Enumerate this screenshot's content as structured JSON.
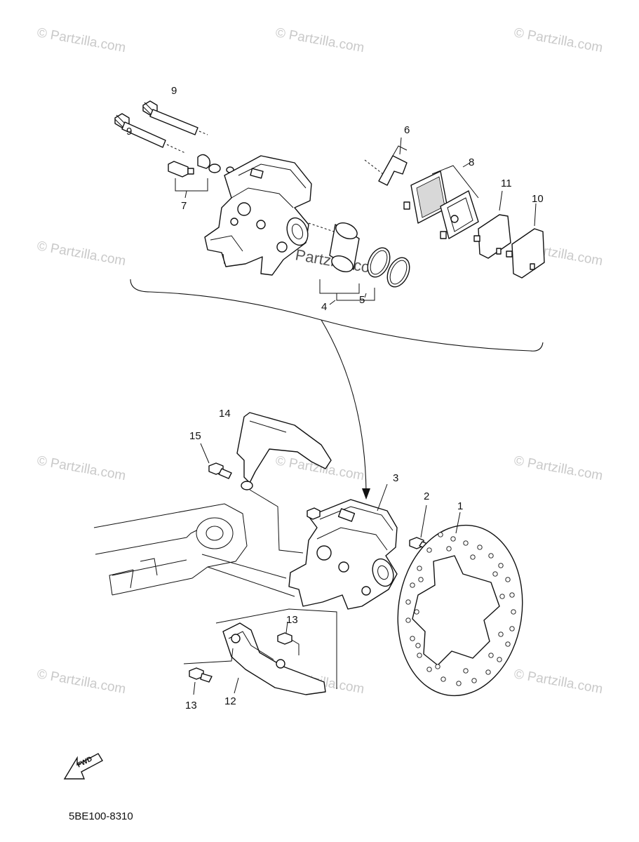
{
  "watermark": "© Partzilla.com",
  "center_watermark": "Partzilla.com",
  "diagram_code": "5BE100-8310",
  "fwd_label": "FWD",
  "callouts": {
    "c1": "1",
    "c2": "2",
    "c3": "3",
    "c4": "4",
    "c5": "5",
    "c6": "6",
    "c7": "7",
    "c8": "8",
    "c9a": "9",
    "c9b": "9",
    "c10": "10",
    "c11": "11",
    "c12": "12",
    "c13a": "13",
    "c13b": "13",
    "c14": "14",
    "c15": "15"
  }
}
